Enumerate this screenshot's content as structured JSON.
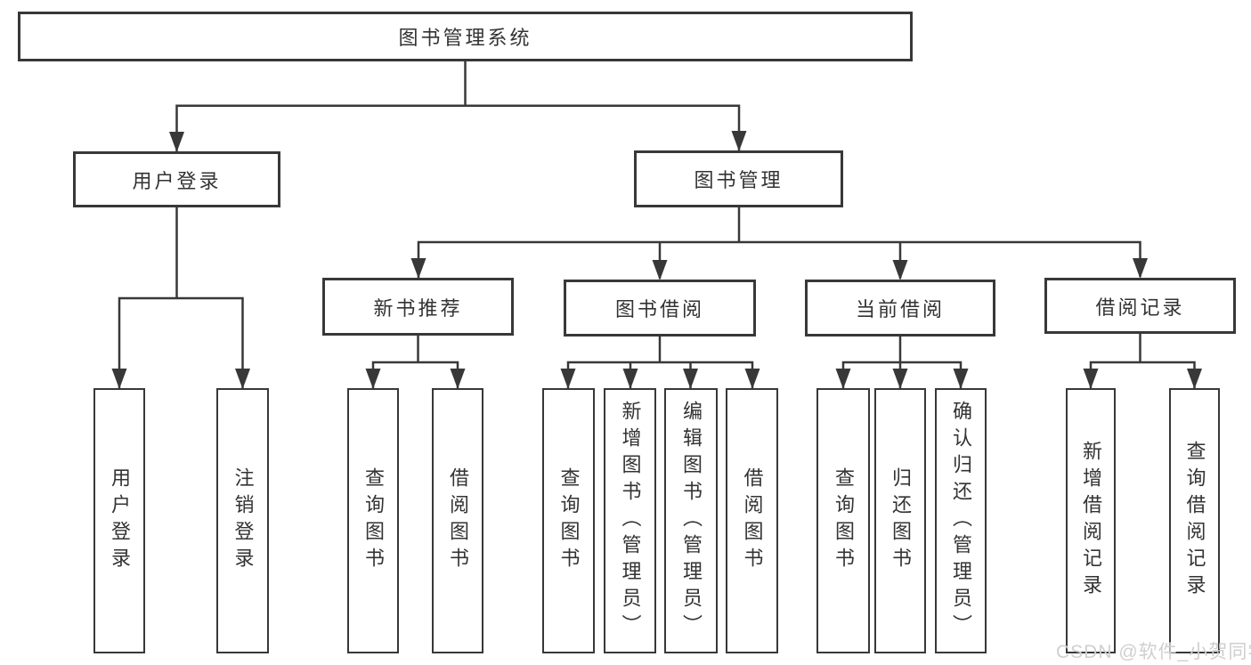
{
  "root": {
    "label": "图书管理系统"
  },
  "branches": {
    "user_login": {
      "label": "用户登录",
      "children": {
        "login": "用户登录",
        "logout": "注销登录"
      }
    },
    "book_mgmt": {
      "label": "图书管理"
    }
  },
  "modules": {
    "new_book": {
      "label": "新书推荐",
      "children": {
        "query": "查询图书",
        "borrow": "借阅图书"
      }
    },
    "book_borrow": {
      "label": "图书借阅",
      "children": {
        "query": "查询图书",
        "add": "新增图书（管理员）",
        "edit": "编辑图书（管理员）",
        "borrow": "借阅图书"
      }
    },
    "current_borrow": {
      "label": "当前借阅",
      "children": {
        "query": "查询图书",
        "return": "归还图书",
        "confirm": "确认归还（管理员）"
      }
    },
    "borrow_records": {
      "label": "借阅记录",
      "children": {
        "add": "新增借阅记录",
        "query": "查询借阅记录"
      }
    }
  },
  "watermark": "CSDN @软件_小贺同学",
  "colors": {
    "line": "#383838",
    "box_border": "#383838",
    "text": "#333333",
    "watermark": "#cfcfcf",
    "background": "#ffffff"
  }
}
